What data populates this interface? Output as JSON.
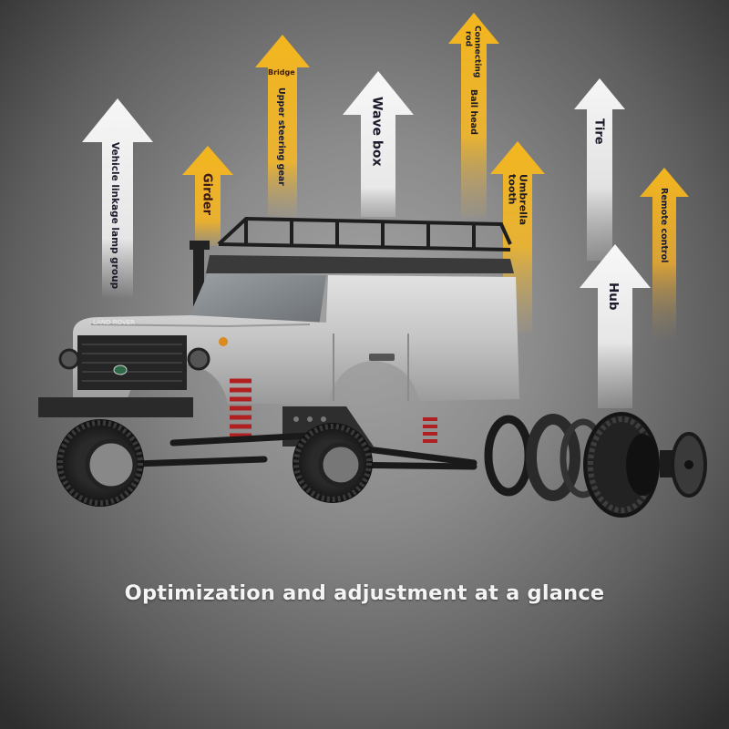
{
  "caption": "Optimization and adjustment at a glance",
  "colors": {
    "arrow_white": "#f4f4f4",
    "arrow_gold": "#f0b020",
    "label_text": "#1a1a2a",
    "caption_text": "#f4f4f4",
    "car_body": "#c8c8c8",
    "shock_red": "#b02020"
  },
  "arrows": [
    {
      "id": "vehicle-linkage-lamp-group",
      "label": "Vehicle linkage lamp group",
      "color": "white"
    },
    {
      "id": "girder",
      "label": "Girder",
      "color": "gold"
    },
    {
      "id": "bridge-upper-steering-gear",
      "label_top": "Bridge",
      "label": "Upper steering gear",
      "color": "gold"
    },
    {
      "id": "wave-box",
      "label": "Wave box",
      "color": "white"
    },
    {
      "id": "connecting-rod-ball-head",
      "label_1": "Connecting",
      "label_2": "rod",
      "label_3": "Ball head",
      "color": "gold"
    },
    {
      "id": "umbrella-tooth",
      "label_1": "Umbrella",
      "label_2": "tooth",
      "color": "gold"
    },
    {
      "id": "tire",
      "label": "Tire",
      "color": "white"
    },
    {
      "id": "hub",
      "label": "Hub",
      "color": "white"
    },
    {
      "id": "remote-control",
      "label": "Remote control",
      "color": "gold"
    }
  ],
  "product": {
    "grille_badge": "LAND ROVER",
    "parts_shown": [
      "body shell",
      "roof rack",
      "snorkel",
      "front bumper",
      "coilover shocks",
      "chassis girder",
      "steering linkage",
      "beadlock ring",
      "wheel rim",
      "tire",
      "hub"
    ]
  }
}
